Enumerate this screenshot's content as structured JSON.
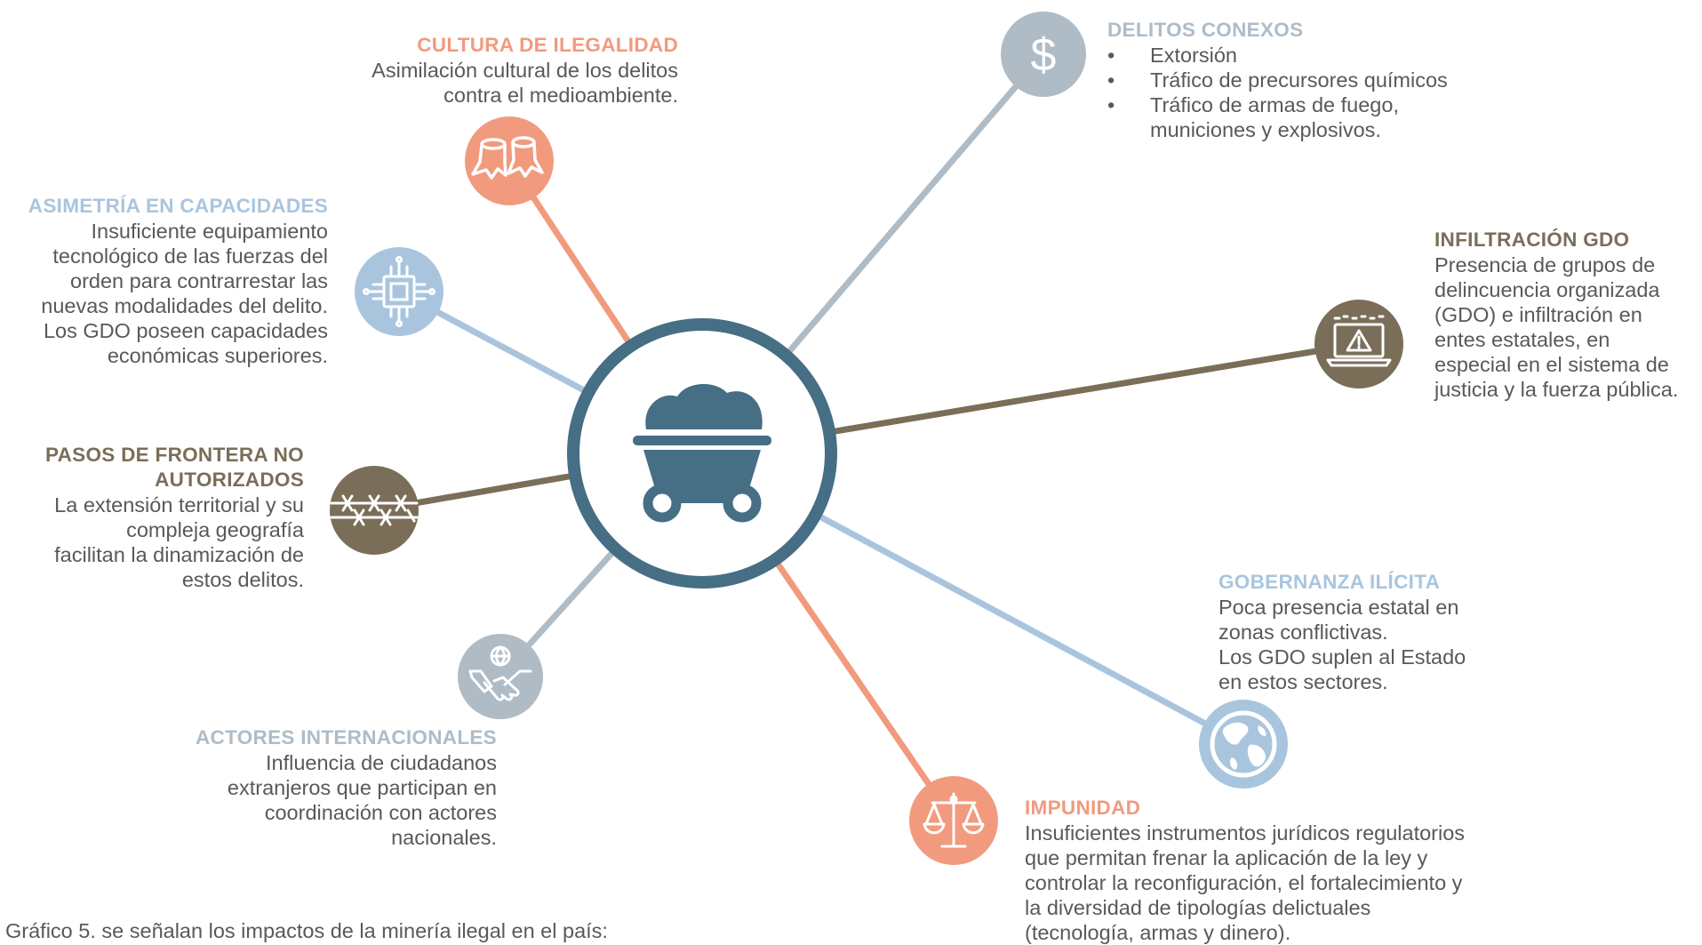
{
  "colors": {
    "salmon": "#f29a7e",
    "lightblue": "#a9c5de",
    "gray": "#afbcc6",
    "brown": "#7a6e59",
    "navy": "#466e84",
    "text": "#58595b"
  },
  "center": {
    "icon": "mining-cart-icon"
  },
  "nodes": [
    {
      "id": "cultura",
      "title": "CULTURA DE ILEGALIDAD",
      "description": "Asimilación cultural de los delitos\ncontra el medioambiente.",
      "icon": "tree-stump-icon",
      "color": "salmon"
    },
    {
      "id": "asimetria",
      "title": "ASIMETRÍA EN CAPACIDADES",
      "description": "Insuficiente equipamiento\ntecnológico de las fuerzas del\norden para contrarrestar las\nnuevas modalidades del delito.\nLos GDO poseen capacidades\neconómicas superiores.",
      "icon": "microchip-icon",
      "color": "lightblue"
    },
    {
      "id": "pasos",
      "title": "PASOS DE FRONTERA NO\nAUTORIZADOS",
      "description": "La extensión territorial y su\ncompleja geografía\nfacilitan la dinamización de\nestos delitos.",
      "icon": "barbed-wire-icon",
      "color": "brown"
    },
    {
      "id": "actores",
      "title": "ACTORES INTERNACIONALES",
      "description": "Influencia de ciudadanos\nextranjeros que participan en\ncoordinación con actores\nnacionales.",
      "icon": "handshake-globe-icon",
      "color": "gray"
    },
    {
      "id": "delitos",
      "title": "DELITOS CONEXOS",
      "bullets": [
        "Extorsión",
        "Tráfico de precursores químicos",
        "Tráfico de armas de fuego,\nmuniciones y explosivos."
      ],
      "icon": "dollar-icon",
      "color": "gray"
    },
    {
      "id": "infiltracion",
      "title": "INFILTRACIÓN GDO",
      "description": "Presencia de grupos de\ndelincuencia organizada\n(GDO) e infiltración en\nentes estatales, en\nespecial en el sistema de\njusticia y la fuerza pública.",
      "icon": "laptop-warning-icon",
      "color": "brown"
    },
    {
      "id": "gobernanza",
      "title": "GOBERNANZA ILÍCITA",
      "description": "Poca presencia estatal en\nzonas conflictivas.\nLos GDO suplen al Estado\nen estos sectores.",
      "icon": "globe-icon",
      "color": "lightblue"
    },
    {
      "id": "impunidad",
      "title": "IMPUNIDAD",
      "description": "Insuficientes instrumentos jurídicos regulatorios\nque permitan frenar la aplicación de la ley y\ncontrolar la reconfiguración, el fortalecimiento y\nla diversidad de tipologías delictuales\n(tecnología, armas y dinero).",
      "icon": "scales-icon",
      "color": "salmon"
    }
  ],
  "caption": "Gráfico 5. se señalan los impactos de la minería ilegal en el país:"
}
